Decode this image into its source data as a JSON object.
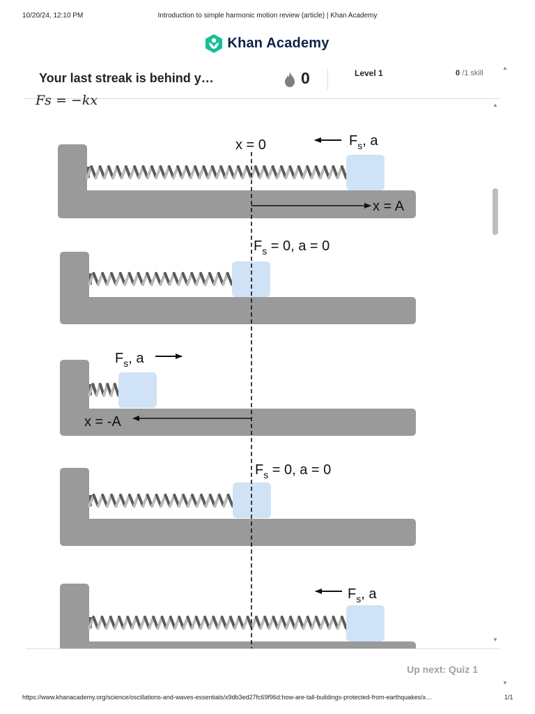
{
  "print_header": {
    "datetime": "10/20/24, 12:10 PM",
    "page_title": "Introduction to simple harmonic motion review (article) | Khan Academy"
  },
  "logo": {
    "text": "Khan Academy",
    "icon": "khan-academy-logo-icon",
    "color": "#14bf96"
  },
  "streak_bar": {
    "title": "Your last streak is behind y…",
    "flame_icon": "flame-icon",
    "count": "0",
    "level": "Level 1",
    "skill_count": "0",
    "skill_suffix": "/1 skill"
  },
  "article": {
    "formula_partial": "Fs = −kx",
    "diagram": {
      "panels": [
        {
          "label_1": "x = 0",
          "label_2": "Fs, a",
          "label_3": "x = A"
        },
        {
          "label_1": "Fs = 0, a = 0"
        },
        {
          "label_1": "Fs, a",
          "label_2": "x = -A"
        },
        {
          "label_1": "Fs = 0, a = 0"
        },
        {
          "label_1": "Fs, a"
        }
      ]
    }
  },
  "colors": {
    "wall": "#9a9a9a",
    "block": "#cfe2f6",
    "spring_light": "#bababa",
    "spring_dark": "#5a5a5a"
  },
  "up_next": {
    "label": "Up next: Quiz 1"
  },
  "print_footer": {
    "url": "https://www.khanacademy.org/science/oscillations-and-waves-essentials/x9db3ed27fc69f96d:how-are-tall-buildings-protected-from-earthquakes/x…",
    "page": "1/1"
  }
}
